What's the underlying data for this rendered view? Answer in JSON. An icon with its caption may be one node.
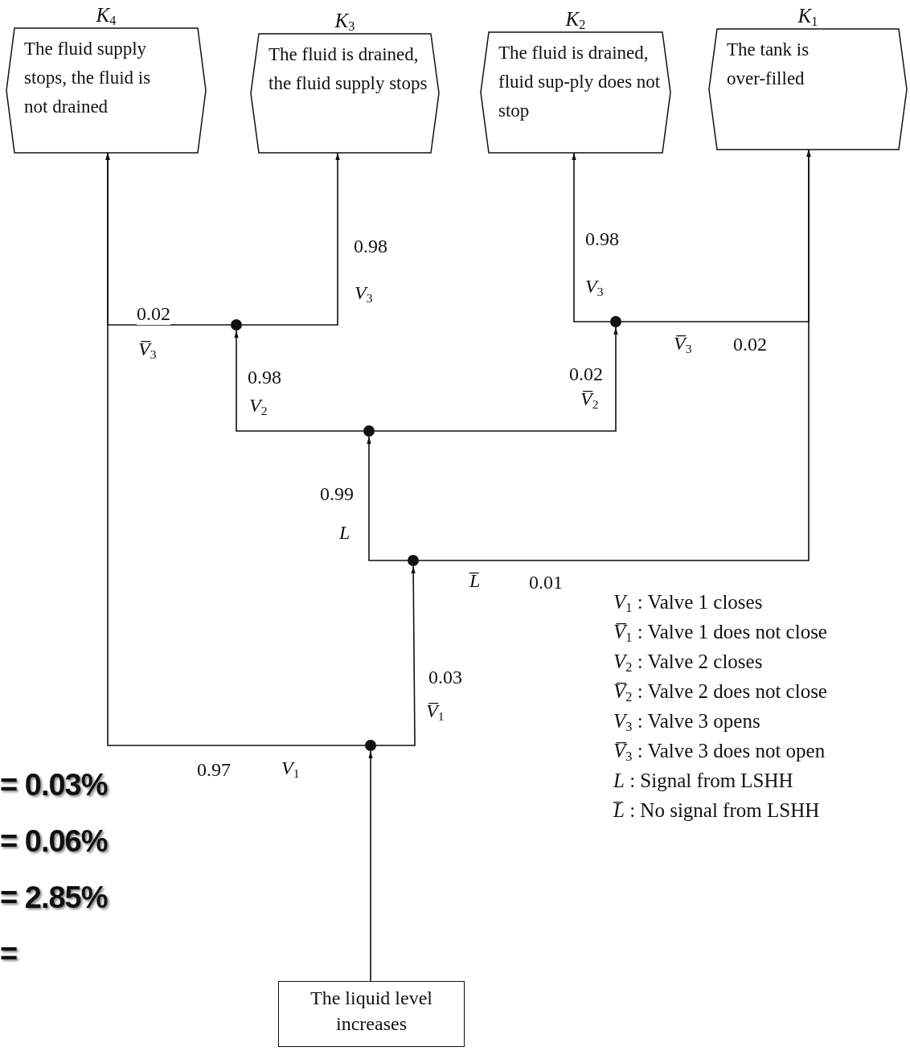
{
  "diagram": {
    "nodes": [
      {
        "text": [
          "*K*$_{4}$",
          "The fluid supply stops, the fluid is not drained"
        ]
      },
      {
        "text": [
          "*K*$_{3}$",
          "The fluid is drained, the fluid supply stops"
        ]
      },
      {
        "text": [
          "*K*$_{2}$",
          "The fluid is drained, fluid sup-ply does not stop"
        ]
      },
      {
        "text": [
          "*K*$_{1}$",
          "The tank is over-filled"
        ]
      },
      {
        "text": [],
        "shape": "circle"
      },
      {
        "text": [],
        "shape": "circle"
      },
      {
        "text": [],
        "shape": "circle"
      },
      {
        "text": [],
        "shape": "circle"
      },
      {
        "text": [],
        "shape": "circle"
      },
      {
        "text": [
          "The liquid level increases"
        ]
      }
    ],
    "edges": [
      {
        "from": 9,
        "to": 8,
        "arrow": "to"
      },
      {
        "from": 8,
        "to": 0,
        "arrow": "to",
        "label": "0.97"
      },
      {
        "from": 8,
        "to": 7,
        "arrow": "to",
        "label": "0.03"
      },
      {
        "from": 7,
        "to": 6,
        "arrow": "to",
        "label": "0.99"
      },
      {
        "from": 7,
        "to": 3,
        "arrow": "to",
        "label": "0.01"
      },
      {
        "from": 6,
        "to": 4,
        "arrow": "to",
        "label": "0.98"
      },
      {
        "from": 6,
        "to": 5,
        "arrow": "to",
        "label": "0.02"
      },
      {
        "from": 4,
        "to": 1,
        "arrow": "to",
        "label": "0.98"
      },
      {
        "from": 4,
        "to": 0,
        "arrow": "to",
        "label": "0.02"
      },
      {
        "from": 5,
        "to": 2,
        "arrow": "to",
        "label": "0.98"
      },
      {
        "from": 5,
        "to": 3,
        "arrow": "to",
        "label": "0.02"
      }
    ],
    "labels": [
      "*V*$_{3}$",
      "*V*$_{3}$",
      "*V̅*$_{3}$",
      "*V̅*$_{3}$",
      "*V*$_{2}$",
      "*V̅*$_{2}$",
      "*L*",
      "*L̅*",
      "*V*$_{1}$ : Valve 1 closes",
      "*V̅*$_{1}$ : Valve 1 does not close",
      "*V*$_{2}$ : Valve 2 closes",
      "*V̅*$_{2}$ : Valve 2 does not close",
      "*V*$_{3}$ : Valve 3 opens",
      "*V̅*$_{3}$ : Valve 3 does not open",
      "*L* : Signal from LSHH",
      "*L̅* : No signal from LSHH",
      "*V̅*$_{1}$",
      "*V*$_{1}$",
      "= 0.03%",
      "= 0.06%",
      "= 2.85%",
      "="
    ]
  }
}
